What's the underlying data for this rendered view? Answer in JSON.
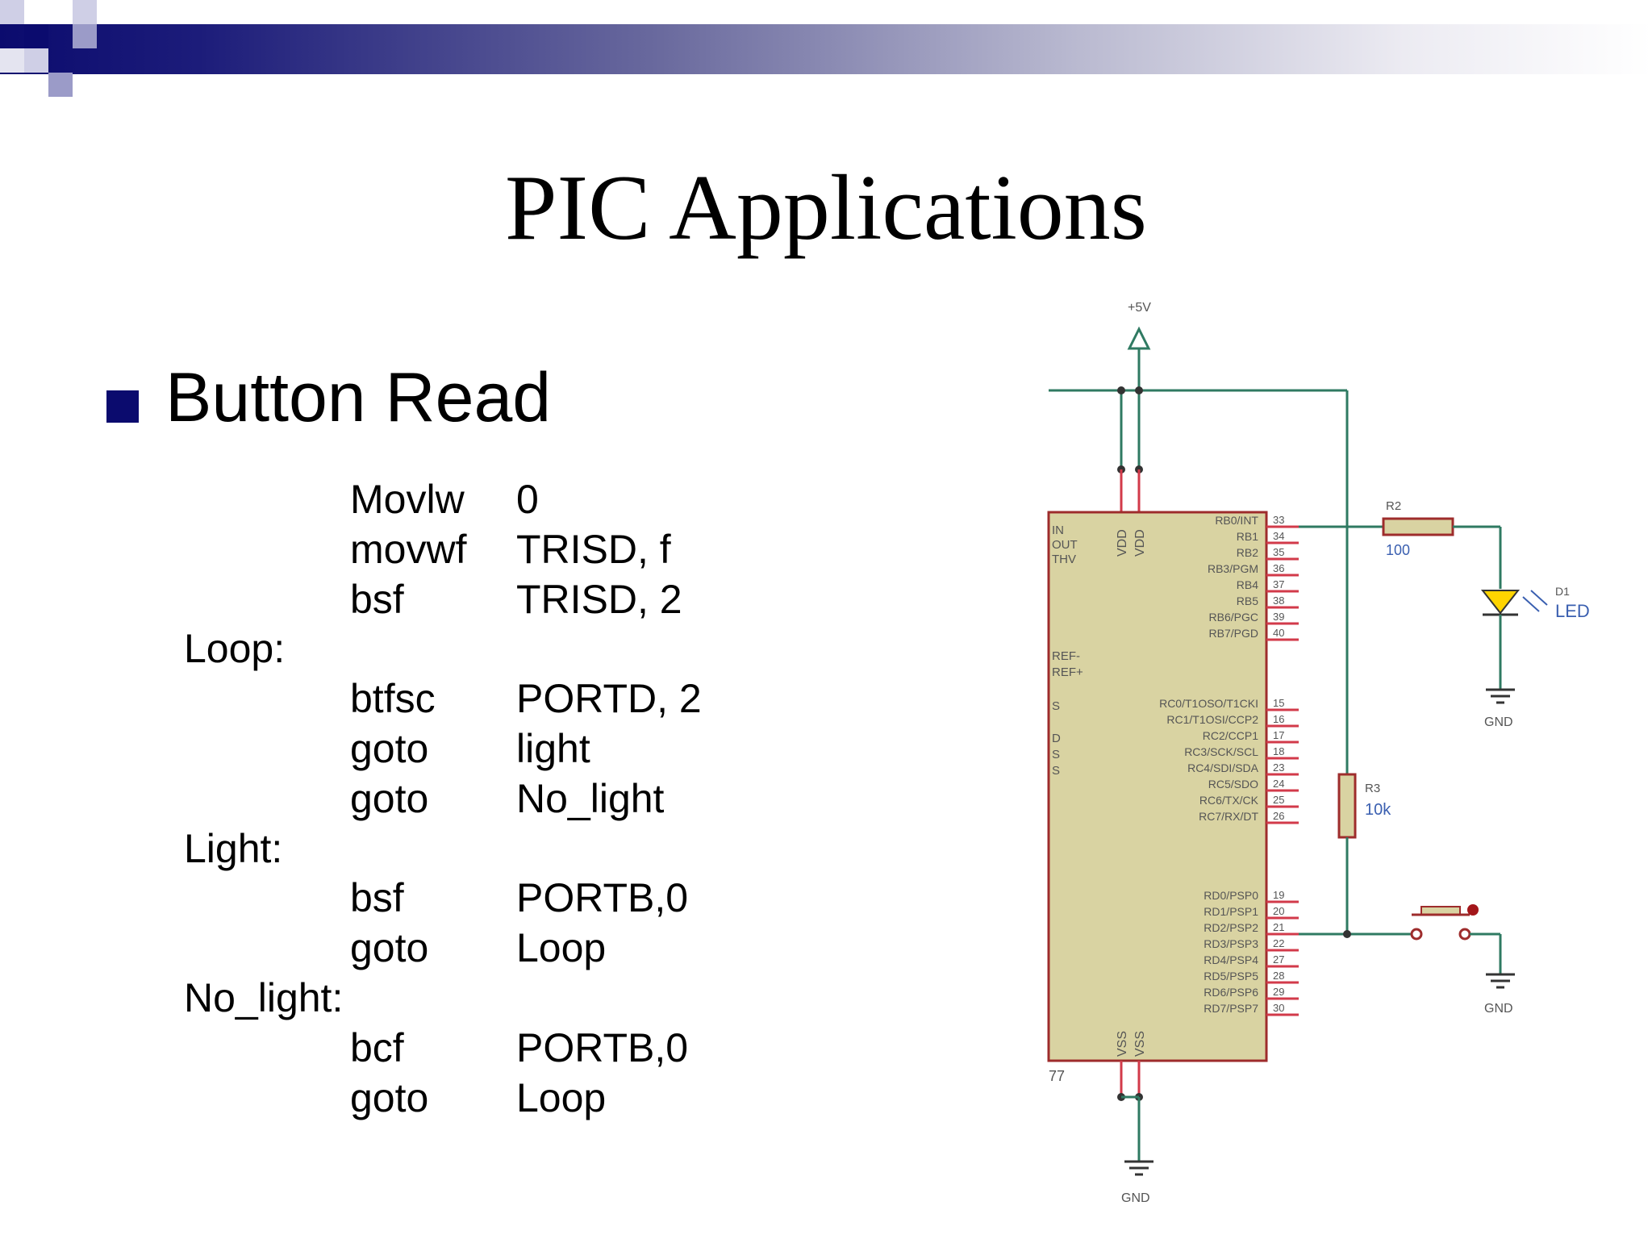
{
  "slide": {
    "title": "PIC Applications",
    "bullet": "Button Read"
  },
  "code": [
    {
      "label": "",
      "op": "Movlw",
      "arg": "0"
    },
    {
      "label": "",
      "op": "movwf",
      "arg": "TRISD, f"
    },
    {
      "label": "",
      "op": "bsf",
      "arg": "TRISD, 2"
    },
    {
      "label": "Loop:",
      "op": "",
      "arg": ""
    },
    {
      "label": "",
      "op": "btfsc",
      "arg": "PORTD, 2"
    },
    {
      "label": "",
      "op": "goto",
      "arg": "light"
    },
    {
      "label": "",
      "op": "goto",
      "arg": "No_light"
    },
    {
      "label": "Light:",
      "op": "",
      "arg": ""
    },
    {
      "label": "",
      "op": "bsf",
      "arg": "PORTB,0"
    },
    {
      "label": "",
      "op": "goto",
      "arg": "Loop"
    },
    {
      "label": "No_light:",
      "op": "",
      "arg": ""
    },
    {
      "label": "",
      "op": "bcf",
      "arg": "PORTB,0"
    },
    {
      "label": "",
      "op": "goto",
      "arg": "Loop"
    }
  ],
  "schematic": {
    "supply": "+5V",
    "gnd": "GND",
    "r2_name": "R2",
    "r2_value": "100",
    "r3_name": "R3",
    "r3_value": "10k",
    "d1_name": "D1",
    "d1_label": "LED",
    "chip_suffix": "77",
    "vdd": "VDD",
    "vss": "VSS",
    "left_pins": [
      "IN",
      "OUT",
      "THV",
      "REF-",
      "REF+",
      "S",
      "D",
      "S",
      "S"
    ],
    "portb_pins": [
      "RB0/INT",
      "RB1",
      "RB2",
      "RB3/PGM",
      "RB4",
      "RB5",
      "RB6/PGC",
      "RB7/PGD"
    ],
    "portb_nums": [
      "33",
      "34",
      "35",
      "36",
      "37",
      "38",
      "39",
      "40"
    ],
    "portc_pins": [
      "RC0/T1OSO/T1CKI",
      "RC1/T1OSI/CCP2",
      "RC2/CCP1",
      "RC3/SCK/SCL",
      "RC4/SDI/SDA",
      "RC5/SDO",
      "RC6/TX/CK",
      "RC7/RX/DT"
    ],
    "portc_nums": [
      "15",
      "16",
      "17",
      "18",
      "23",
      "24",
      "25",
      "26"
    ],
    "portd_pins": [
      "RD0/PSP0",
      "RD1/PSP1",
      "RD2/PSP2",
      "RD3/PSP3",
      "RD4/PSP4",
      "RD5/PSP5",
      "RD6/PSP6",
      "RD7/PSP7"
    ],
    "portd_nums": [
      "19",
      "20",
      "21",
      "22",
      "27",
      "28",
      "29",
      "30"
    ],
    "colors": {
      "wire": "#2f7a62",
      "chip": "#d9d3a2",
      "chip_border": "#9e2c2c",
      "pin": "#d23a4a",
      "led": "#ffd400",
      "text_blue": "#3a5fb0"
    }
  },
  "decor": {
    "band_dark": "#0b0b6e",
    "square_light": "#b3b3d6"
  }
}
